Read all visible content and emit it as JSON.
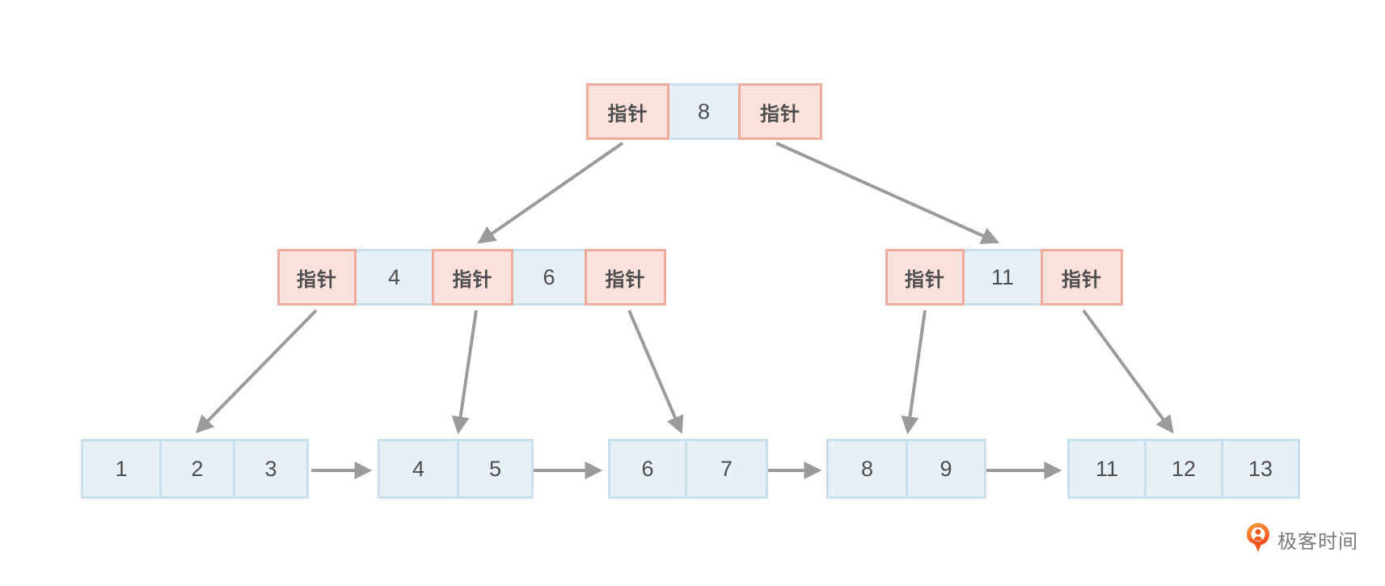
{
  "tree": {
    "root": {
      "cells": [
        {
          "type": "pointer",
          "label": "指针"
        },
        {
          "type": "key",
          "label": "8"
        },
        {
          "type": "pointer",
          "label": "指针"
        }
      ]
    },
    "internal_left": {
      "cells": [
        {
          "type": "pointer",
          "label": "指针"
        },
        {
          "type": "key",
          "label": "4"
        },
        {
          "type": "pointer",
          "label": "指针"
        },
        {
          "type": "key",
          "label": "6"
        },
        {
          "type": "pointer",
          "label": "指针"
        }
      ]
    },
    "internal_right": {
      "cells": [
        {
          "type": "pointer",
          "label": "指针"
        },
        {
          "type": "key",
          "label": "11"
        },
        {
          "type": "pointer",
          "label": "指针"
        }
      ]
    },
    "leaves": [
      {
        "cells": [
          {
            "label": "1"
          },
          {
            "label": "2"
          },
          {
            "label": "3"
          }
        ]
      },
      {
        "cells": [
          {
            "label": "4"
          },
          {
            "label": "5"
          }
        ]
      },
      {
        "cells": [
          {
            "label": "6"
          },
          {
            "label": "7"
          }
        ]
      },
      {
        "cells": [
          {
            "label": "8"
          },
          {
            "label": "9"
          }
        ]
      },
      {
        "cells": [
          {
            "label": "11"
          },
          {
            "label": "12"
          },
          {
            "label": "13"
          }
        ]
      }
    ]
  },
  "edges": [
    {
      "from": "root.pointer-left",
      "to": "internal-left"
    },
    {
      "from": "root.pointer-right",
      "to": "internal-right"
    },
    {
      "from": "internal-left.pointer-1",
      "to": "leaf-1"
    },
    {
      "from": "internal-left.pointer-2",
      "to": "leaf-2"
    },
    {
      "from": "internal-left.pointer-3",
      "to": "leaf-3"
    },
    {
      "from": "internal-right.pointer-1",
      "to": "leaf-4"
    },
    {
      "from": "internal-right.pointer-2",
      "to": "leaf-5"
    },
    {
      "from": "leaf-1",
      "to": "leaf-2"
    },
    {
      "from": "leaf-2",
      "to": "leaf-3"
    },
    {
      "from": "leaf-3",
      "to": "leaf-4"
    },
    {
      "from": "leaf-4",
      "to": "leaf-5"
    }
  ],
  "logo": {
    "text": "极客时间",
    "icon": "geektime-logo-icon"
  },
  "colors": {
    "pointer_fill": "#fbe1db",
    "pointer_border": "#f1ab9c",
    "key_fill": "#e7f0f7",
    "key_border": "#c9e0ec",
    "arrow": "#9b9b9b",
    "text": "#4d4d4d",
    "logo_orange": "#f6581e",
    "logo_text": "#7a7a7a"
  }
}
